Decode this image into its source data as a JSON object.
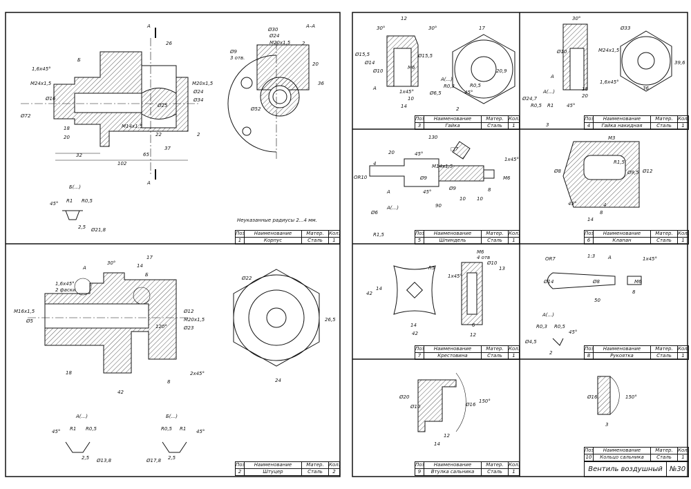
{
  "table_header": {
    "pos": "Поз",
    "name": "Наименование",
    "mat": "Матер.",
    "qty": "Кол."
  },
  "parts": [
    {
      "pos": "1",
      "name": "Корпус",
      "mat": "Сталь",
      "qty": "1"
    },
    {
      "pos": "2",
      "name": "Штуцер",
      "mat": "Сталь",
      "qty": "2"
    },
    {
      "pos": "3",
      "name": "Гайка",
      "mat": "Сталь",
      "qty": "1"
    },
    {
      "pos": "4",
      "name": "Гайка накидная",
      "mat": "Сталь",
      "qty": "1"
    },
    {
      "pos": "5",
      "name": "Шпиндель",
      "mat": "Сталь",
      "qty": "1"
    },
    {
      "pos": "6",
      "name": "Клапан",
      "mat": "Сталь",
      "qty": "1"
    },
    {
      "pos": "7",
      "name": "Крестовина",
      "mat": "Сталь",
      "qty": "1"
    },
    {
      "pos": "8",
      "name": "Рукоятка",
      "mat": "Сталь",
      "qty": "1"
    },
    {
      "pos": "9",
      "name": "Втулка сальника",
      "mat": "Сталь",
      "qty": "1"
    },
    {
      "pos": "10",
      "name": "Кольцо сальника",
      "mat": "Сталь",
      "qty": "1"
    }
  ],
  "assembly": {
    "title": "Вентиль воздушный",
    "number": "№30"
  },
  "notes": {
    "radii": "Неуказанные радиусы 2...4 мм."
  },
  "labels": {
    "p1": [
      "А",
      "А",
      "А–А",
      "Б",
      "1,6x45°",
      "Ø72",
      "M24x1,5",
      "Ø16",
      "18",
      "20",
      "32",
      "102",
      "26",
      "22",
      "37",
      "65",
      "2",
      "M14x1,5",
      "Ø25",
      "M20x1,5",
      "Ø24",
      "Ø34",
      "Ø30",
      "Ø24",
      "M20x1,5",
      "2",
      "20",
      "36",
      "Ø9",
      "3 отв.",
      "Ø52",
      "Б(...)",
      "45°",
      "R1",
      "R0,5",
      "2,5",
      "Ø21,8"
    ],
    "p2": [
      "А",
      "Б",
      "30°",
      "17",
      "14",
      "1,6x45°",
      "2 фаски",
      "M16x1,5",
      "Ø5",
      "Ø12",
      "M20x1,5",
      "Ø23",
      "120°",
      "18",
      "42",
      "8",
      "2x45°",
      "Ø22",
      "26,5",
      "24",
      "А(...)",
      "45°",
      "R1",
      "R0,5",
      "2,5",
      "Ø13,8",
      "Б(...)",
      "R0,5",
      "R1",
      "45°",
      "Ø17,8",
      "2,5"
    ],
    "p3": [
      "12",
      "30°",
      "30°",
      "Ø15,5",
      "Ø14",
      "Ø10",
      "M6",
      "Ø15,5",
      "А",
      "1x45°",
      "10",
      "14",
      "17",
      "20,9",
      "А(...)",
      "R0,3",
      "R0,5",
      "45°",
      "Ø6,5",
      "2"
    ],
    "p4": [
      "30°",
      "Ø10",
      "M24x1,5",
      "Ø33",
      "39,6",
      "А",
      "1,6x45°",
      "18",
      "20",
      "36",
      "А(...)",
      "R0,5",
      "R1",
      "45°",
      "Ø24,7",
      "3"
    ],
    "p5": [
      "130",
      "20",
      "45°",
      "□7",
      "M14x1,5",
      "1x45°",
      "Ø9",
      "M6",
      "OR10",
      "4",
      "А",
      "45°",
      "90",
      "10",
      "10",
      "8",
      "Ø9",
      "А(...)",
      "Ø6",
      "R1,5"
    ],
    "p6": [
      "M3",
      "R1,5",
      "Ø12",
      "Ø9,5",
      "Ø8",
      "45°",
      "4",
      "8",
      "14"
    ],
    "p7": [
      "R5",
      "M6",
      "4 отв",
      "Ø10",
      "13",
      "1x45°",
      "42",
      "14",
      "14",
      "42",
      "12",
      "6"
    ],
    "p8": [
      "OR7",
      "1:3",
      "А",
      "1x45°",
      "Ø14",
      "Ø8",
      "M6",
      "8",
      "50",
      "А(...)",
      "R0,3",
      "R0,5",
      "45°",
      "Ø4,5",
      "2"
    ],
    "p9": [
      "Ø20",
      "Ø10",
      "Ø16",
      "150°",
      "12",
      "14"
    ],
    "p10": [
      "Ø16",
      "150°",
      "3"
    ]
  }
}
